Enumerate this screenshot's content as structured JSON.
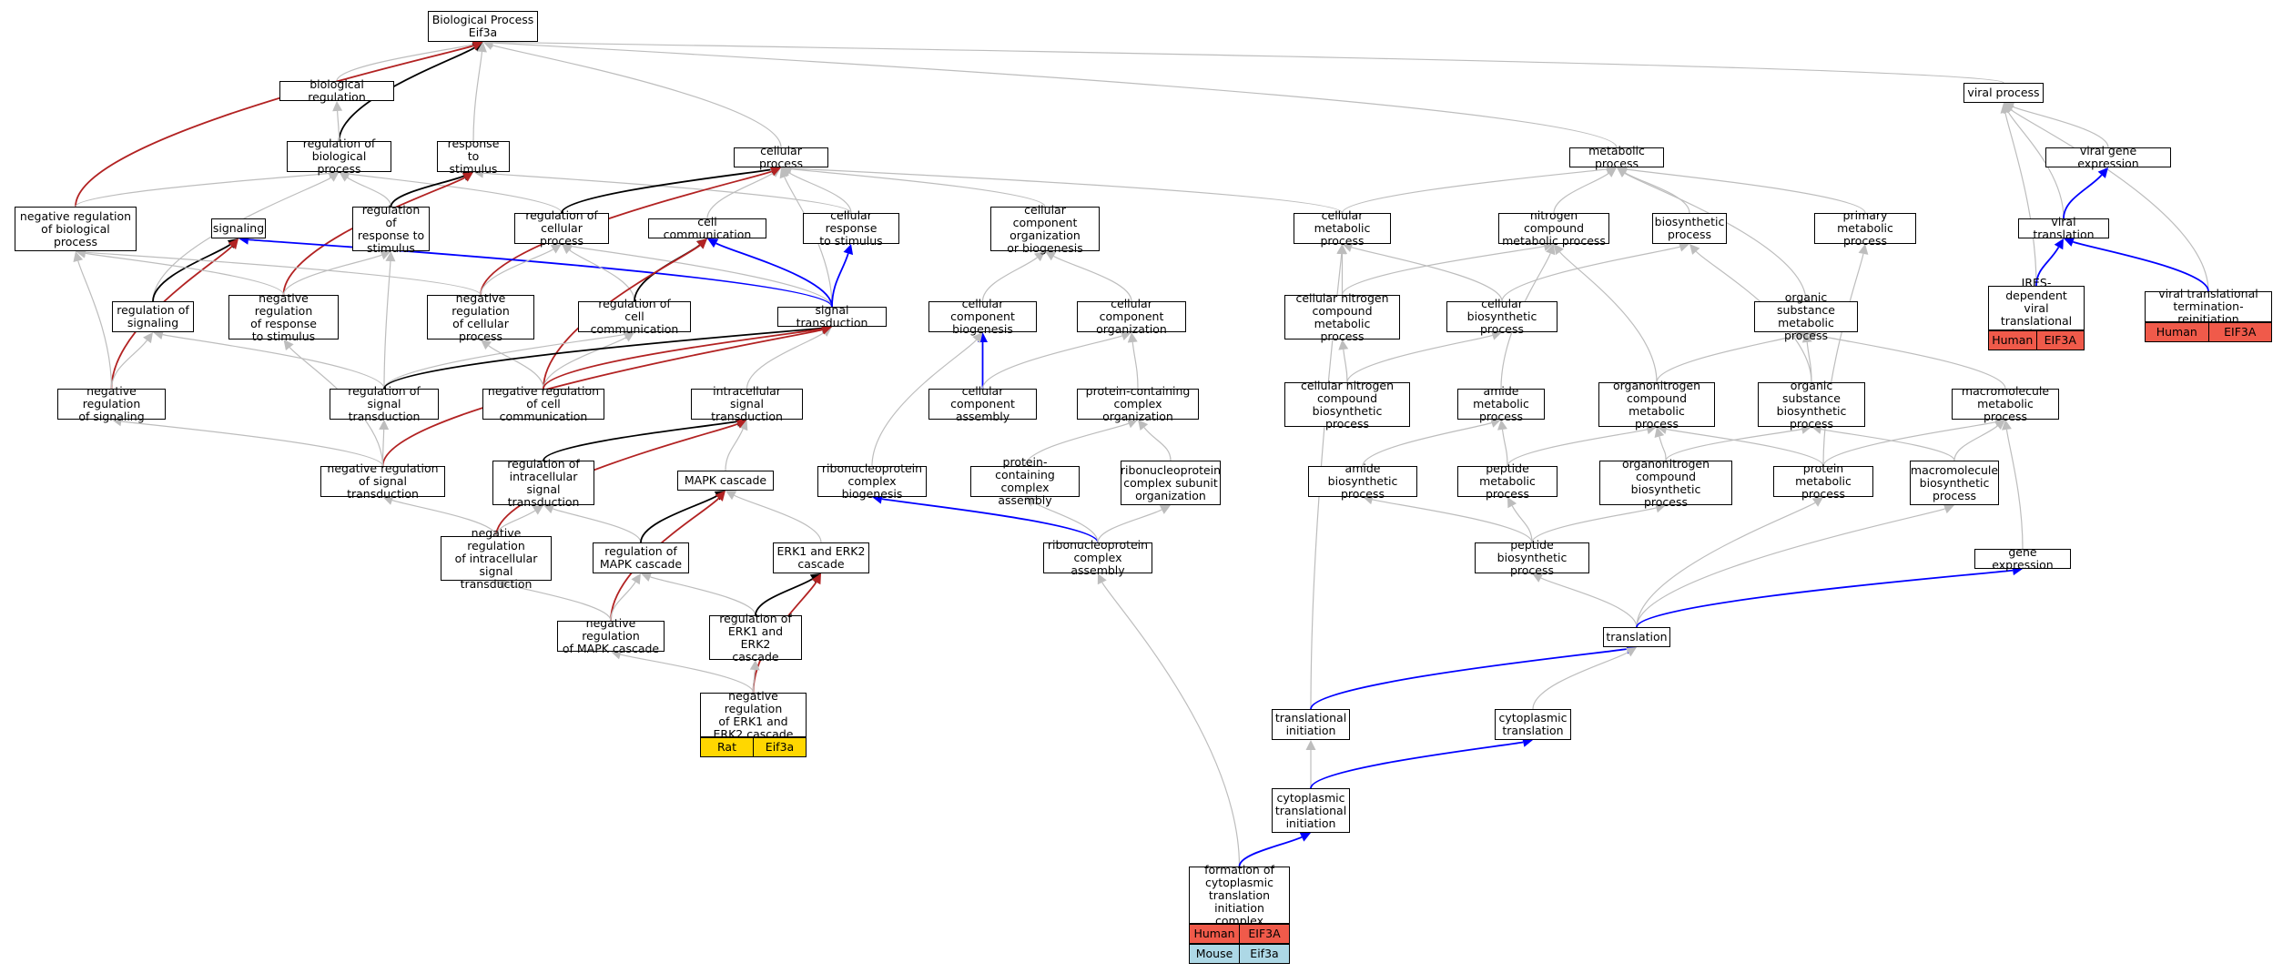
{
  "colors": {
    "edge_default": "#bdbdbd",
    "edge_black": "#000000",
    "edge_red": "#b22222",
    "edge_blue": "#0000ff",
    "human": "#f05a4a",
    "rat": "#ffd700",
    "mouse": "#add8e6"
  },
  "nodes": [
    {
      "id": "bp",
      "label": "Biological Process\nEif3a"
    },
    {
      "id": "breg",
      "label": "biological regulation"
    },
    {
      "id": "rbp",
      "label": "regulation of\nbiological process"
    },
    {
      "id": "resp",
      "label": "response to\nstimulus"
    },
    {
      "id": "cp",
      "label": "cellular process"
    },
    {
      "id": "nrbp",
      "label": "negative regulation\nof biological\nprocess"
    },
    {
      "id": "sig",
      "label": "signaling"
    },
    {
      "id": "rrs",
      "label": "regulation of\nresponse to\nstimulus"
    },
    {
      "id": "rcp",
      "label": "regulation of\ncellular process"
    },
    {
      "id": "cc",
      "label": "cell communication"
    },
    {
      "id": "crs",
      "label": "cellular response\nto stimulus"
    },
    {
      "id": "ccob",
      "label": "cellular component\norganization\nor biogenesis"
    },
    {
      "id": "rsig",
      "label": "regulation of\nsignaling"
    },
    {
      "id": "nrrs",
      "label": "negative regulation\nof response\nto stimulus"
    },
    {
      "id": "nrcp",
      "label": "negative regulation\nof cellular\nprocess"
    },
    {
      "id": "rcc",
      "label": "regulation of\ncell communication"
    },
    {
      "id": "st",
      "label": "signal transduction"
    },
    {
      "id": "ccb",
      "label": "cellular component\nbiogenesis"
    },
    {
      "id": "cco",
      "label": "cellular component\norganization"
    },
    {
      "id": "nrsig",
      "label": "negative regulation\nof signaling"
    },
    {
      "id": "rst",
      "label": "regulation of\nsignal transduction"
    },
    {
      "id": "nrcc",
      "label": "negative regulation\nof cell communication"
    },
    {
      "id": "ist",
      "label": "intracellular\nsignal transduction"
    },
    {
      "id": "cca",
      "label": "cellular component\nassembly"
    },
    {
      "id": "pcco",
      "label": "protein-containing\ncomplex organization"
    },
    {
      "id": "nrst",
      "label": "negative regulation\nof signal transduction"
    },
    {
      "id": "rist",
      "label": "regulation of\nintracellular\nsignal transduction"
    },
    {
      "id": "mapk",
      "label": "MAPK cascade"
    },
    {
      "id": "rnpcb",
      "label": "ribonucleoprotein\ncomplex biogenesis"
    },
    {
      "id": "pcca",
      "label": "protein-containing\ncomplex assembly"
    },
    {
      "id": "rnpcso",
      "label": "ribonucleoprotein\ncomplex subunit\norganization"
    },
    {
      "id": "nrist",
      "label": "negative regulation\nof intracellular\nsignal transduction"
    },
    {
      "id": "rmapk",
      "label": "regulation of\nMAPK cascade"
    },
    {
      "id": "erk",
      "label": "ERK1 and ERK2\ncascade"
    },
    {
      "id": "rnpca",
      "label": "ribonucleoprotein\ncomplex assembly"
    },
    {
      "id": "nrmapk",
      "label": "negative regulation\nof MAPK cascade"
    },
    {
      "id": "rerk",
      "label": "regulation of\nERK1 and ERK2\ncascade"
    },
    {
      "id": "nrerk",
      "label": "negative regulation\nof ERK1 and\nERK2 cascade"
    },
    {
      "id": "mp",
      "label": "metabolic process"
    },
    {
      "id": "cmp",
      "label": "cellular metabolic\nprocess"
    },
    {
      "id": "ncmp",
      "label": "nitrogen compound\nmetabolic process"
    },
    {
      "id": "bsp",
      "label": "biosynthetic\nprocess"
    },
    {
      "id": "pmp",
      "label": "primary metabolic\nprocess"
    },
    {
      "id": "cncmp",
      "label": "cellular nitrogen\ncompound metabolic\nprocess"
    },
    {
      "id": "cbp",
      "label": "cellular biosynthetic\nprocess"
    },
    {
      "id": "osmp",
      "label": "organic substance\nmetabolic process"
    },
    {
      "id": "cncbp",
      "label": "cellular nitrogen\ncompound biosynthetic\nprocess"
    },
    {
      "id": "amp",
      "label": "amide metabolic\nprocess"
    },
    {
      "id": "oncmp",
      "label": "organonitrogen\ncompound metabolic\nprocess"
    },
    {
      "id": "osbp",
      "label": "organic substance\nbiosynthetic\nprocess"
    },
    {
      "id": "mmp",
      "label": "macromolecule\nmetabolic process"
    },
    {
      "id": "abp",
      "label": "amide biosynthetic\nprocess"
    },
    {
      "id": "pepmp",
      "label": "peptide metabolic\nprocess"
    },
    {
      "id": "oncbp",
      "label": "organonitrogen\ncompound biosynthetic\nprocess"
    },
    {
      "id": "protmp",
      "label": "protein metabolic\nprocess"
    },
    {
      "id": "mbp",
      "label": "macromolecule\nbiosynthetic\nprocess"
    },
    {
      "id": "pepbp",
      "label": "peptide biosynthetic\nprocess"
    },
    {
      "id": "ge",
      "label": "gene expression"
    },
    {
      "id": "tl",
      "label": "translation"
    },
    {
      "id": "ti",
      "label": "translational\ninitiation"
    },
    {
      "id": "ctl",
      "label": "cytoplasmic\ntranslation"
    },
    {
      "id": "cti",
      "label": "cytoplasmic\ntranslational\ninitiation"
    },
    {
      "id": "fctic",
      "label": "formation of\ncytoplasmic\ntranslation\ninitiation complex"
    },
    {
      "id": "vp",
      "label": "viral process"
    },
    {
      "id": "vge",
      "label": "viral gene expression"
    },
    {
      "id": "vt",
      "label": "viral translation"
    },
    {
      "id": "ires",
      "label": "IRES-dependent\nviral translational\ninitiation"
    },
    {
      "id": "vttr",
      "label": "viral translational\ntermination-reinitiation"
    }
  ],
  "annotations": [
    {
      "id": "a_ires",
      "cells": [
        {
          "text": "Human",
          "fill": "#f05a4a"
        },
        {
          "text": "EIF3A",
          "fill": "#f05a4a"
        }
      ]
    },
    {
      "id": "a_vttr",
      "cells": [
        {
          "text": "Human",
          "fill": "#f05a4a"
        },
        {
          "text": "EIF3A",
          "fill": "#f05a4a"
        }
      ]
    },
    {
      "id": "a_nrerk",
      "cells": [
        {
          "text": "Rat",
          "fill": "#ffd700"
        },
        {
          "text": "Eif3a",
          "fill": "#ffd700"
        }
      ]
    },
    {
      "id": "a_fctic1",
      "cells": [
        {
          "text": "Human",
          "fill": "#f05a4a"
        },
        {
          "text": "EIF3A",
          "fill": "#f05a4a"
        }
      ]
    },
    {
      "id": "a_fctic2",
      "cells": [
        {
          "text": "Mouse",
          "fill": "#add8e6"
        },
        {
          "text": "Eif3a",
          "fill": "#add8e6"
        }
      ]
    }
  ],
  "edges": [
    {
      "from": "breg",
      "to": "bp",
      "color": "gray"
    },
    {
      "from": "rbp",
      "to": "bp",
      "color": "black"
    },
    {
      "from": "resp",
      "to": "bp",
      "color": "gray"
    },
    {
      "from": "cp",
      "to": "bp",
      "color": "gray"
    },
    {
      "from": "mp",
      "to": "bp",
      "color": "gray"
    },
    {
      "from": "vp",
      "to": "bp",
      "color": "gray"
    },
    {
      "from": "nrbp",
      "to": "bp",
      "color": "red"
    },
    {
      "from": "rbp",
      "to": "breg",
      "color": "gray"
    },
    {
      "from": "nrbp",
      "to": "rbp",
      "color": "gray"
    },
    {
      "from": "rrs",
      "to": "rbp",
      "color": "gray"
    },
    {
      "from": "rcp",
      "to": "rbp",
      "color": "gray"
    },
    {
      "from": "rsig",
      "to": "rbp",
      "color": "gray"
    },
    {
      "from": "rrs",
      "to": "resp",
      "color": "black"
    },
    {
      "from": "crs",
      "to": "resp",
      "color": "gray"
    },
    {
      "from": "nrrs",
      "to": "resp",
      "color": "red"
    },
    {
      "from": "rcp",
      "to": "cp",
      "color": "black"
    },
    {
      "from": "cc",
      "to": "cp",
      "color": "gray"
    },
    {
      "from": "crs",
      "to": "cp",
      "color": "gray"
    },
    {
      "from": "ccob",
      "to": "cp",
      "color": "gray"
    },
    {
      "from": "cmp",
      "to": "cp",
      "color": "gray"
    },
    {
      "from": "st",
      "to": "cp",
      "color": "gray"
    },
    {
      "from": "nrcp",
      "to": "cp",
      "color": "red"
    },
    {
      "from": "rsig",
      "to": "sig",
      "color": "black"
    },
    {
      "from": "st",
      "to": "sig",
      "color": "blue"
    },
    {
      "from": "nrsig",
      "to": "sig",
      "color": "red"
    },
    {
      "from": "nrsig",
      "to": "nrbp",
      "color": "gray"
    },
    {
      "from": "nrrs",
      "to": "nrbp",
      "color": "gray"
    },
    {
      "from": "nrcp",
      "to": "nrbp",
      "color": "gray"
    },
    {
      "from": "rst",
      "to": "rrs",
      "color": "gray"
    },
    {
      "from": "nrrs",
      "to": "rrs",
      "color": "gray"
    },
    {
      "from": "nrcp",
      "to": "rcp",
      "color": "gray"
    },
    {
      "from": "rcc",
      "to": "rcp",
      "color": "gray"
    },
    {
      "from": "st",
      "to": "rcp",
      "color": "gray"
    },
    {
      "from": "rcc",
      "to": "cc",
      "color": "black"
    },
    {
      "from": "st",
      "to": "cc",
      "color": "blue"
    },
    {
      "from": "nrcc",
      "to": "cc",
      "color": "red"
    },
    {
      "from": "st",
      "to": "crs",
      "color": "blue"
    },
    {
      "from": "ccb",
      "to": "ccob",
      "color": "gray"
    },
    {
      "from": "cco",
      "to": "ccob",
      "color": "gray"
    },
    {
      "from": "nrsig",
      "to": "rsig",
      "color": "gray"
    },
    {
      "from": "rst",
      "to": "rsig",
      "color": "gray"
    },
    {
      "from": "nrst",
      "to": "nrrs",
      "color": "gray"
    },
    {
      "from": "nrcc",
      "to": "nrcp",
      "color": "gray"
    },
    {
      "from": "rst",
      "to": "rcc",
      "color": "gray"
    },
    {
      "from": "nrcc",
      "to": "rcc",
      "color": "gray"
    },
    {
      "from": "rst",
      "to": "st",
      "color": "black"
    },
    {
      "from": "ist",
      "to": "st",
      "color": "gray"
    },
    {
      "from": "nrcc",
      "to": "st",
      "color": "red"
    },
    {
      "from": "nrst",
      "to": "st",
      "color": "red"
    },
    {
      "from": "cca",
      "to": "ccb",
      "color": "blue"
    },
    {
      "from": "rnpcb",
      "to": "ccb",
      "color": "gray"
    },
    {
      "from": "cca",
      "to": "cco",
      "color": "gray"
    },
    {
      "from": "pcco",
      "to": "cco",
      "color": "gray"
    },
    {
      "from": "nrst",
      "to": "nrsig",
      "color": "gray"
    },
    {
      "from": "nrst",
      "to": "rst",
      "color": "gray"
    },
    {
      "from": "rist",
      "to": "ist",
      "color": "black"
    },
    {
      "from": "mapk",
      "to": "ist",
      "color": "gray"
    },
    {
      "from": "nrist",
      "to": "ist",
      "color": "red"
    },
    {
      "from": "pcca",
      "to": "pcco",
      "color": "gray"
    },
    {
      "from": "rnpcso",
      "to": "pcco",
      "color": "gray"
    },
    {
      "from": "nrist",
      "to": "nrst",
      "color": "gray"
    },
    {
      "from": "nrist",
      "to": "rist",
      "color": "gray"
    },
    {
      "from": "rmapk",
      "to": "rist",
      "color": "gray"
    },
    {
      "from": "rmapk",
      "to": "mapk",
      "color": "black"
    },
    {
      "from": "erk",
      "to": "mapk",
      "color": "gray"
    },
    {
      "from": "nrmapk",
      "to": "mapk",
      "color": "red"
    },
    {
      "from": "rnpca",
      "to": "rnpcb",
      "color": "blue"
    },
    {
      "from": "rnpca",
      "to": "pcca",
      "color": "gray"
    },
    {
      "from": "rnpca",
      "to": "rnpcso",
      "color": "gray"
    },
    {
      "from": "nrmapk",
      "to": "nrist",
      "color": "gray"
    },
    {
      "from": "nrmapk",
      "to": "rmapk",
      "color": "gray"
    },
    {
      "from": "rerk",
      "to": "rmapk",
      "color": "gray"
    },
    {
      "from": "rerk",
      "to": "erk",
      "color": "black"
    },
    {
      "from": "nrerk",
      "to": "erk",
      "color": "red"
    },
    {
      "from": "nrerk",
      "to": "nrmapk",
      "color": "gray"
    },
    {
      "from": "nrerk",
      "to": "rerk",
      "color": "gray"
    },
    {
      "from": "fctic",
      "to": "rnpca",
      "color": "gray"
    },
    {
      "from": "cmp",
      "to": "mp",
      "color": "gray"
    },
    {
      "from": "ncmp",
      "to": "mp",
      "color": "gray"
    },
    {
      "from": "bsp",
      "to": "mp",
      "color": "gray"
    },
    {
      "from": "pmp",
      "to": "mp",
      "color": "gray"
    },
    {
      "from": "cncmp",
      "to": "cmp",
      "color": "gray"
    },
    {
      "from": "cbp",
      "to": "cmp",
      "color": "gray"
    },
    {
      "from": "ti",
      "to": "cmp",
      "color": "gray"
    },
    {
      "from": "cncmp",
      "to": "ncmp",
      "color": "gray"
    },
    {
      "from": "amp",
      "to": "ncmp",
      "color": "gray"
    },
    {
      "from": "oncmp",
      "to": "ncmp",
      "color": "gray"
    },
    {
      "from": "cbp",
      "to": "bsp",
      "color": "gray"
    },
    {
      "from": "osbp",
      "to": "bsp",
      "color": "gray"
    },
    {
      "from": "protmp",
      "to": "pmp",
      "color": "gray"
    },
    {
      "from": "osmp",
      "to": "mp",
      "color": "gray"
    },
    {
      "from": "cncbp",
      "to": "cncmp",
      "color": "gray"
    },
    {
      "from": "cncbp",
      "to": "cbp",
      "color": "gray"
    },
    {
      "from": "oncmp",
      "to": "osmp",
      "color": "gray"
    },
    {
      "from": "osbp",
      "to": "osmp",
      "color": "gray"
    },
    {
      "from": "mmp",
      "to": "osmp",
      "color": "gray"
    },
    {
      "from": "abp",
      "to": "amp",
      "color": "gray"
    },
    {
      "from": "pepmp",
      "to": "amp",
      "color": "gray"
    },
    {
      "from": "pepmp",
      "to": "oncmp",
      "color": "gray"
    },
    {
      "from": "oncbp",
      "to": "oncmp",
      "color": "gray"
    },
    {
      "from": "protmp",
      "to": "oncmp",
      "color": "gray"
    },
    {
      "from": "oncbp",
      "to": "osbp",
      "color": "gray"
    },
    {
      "from": "mbp",
      "to": "osbp",
      "color": "gray"
    },
    {
      "from": "protmp",
      "to": "mmp",
      "color": "gray"
    },
    {
      "from": "mbp",
      "to": "mmp",
      "color": "gray"
    },
    {
      "from": "ge",
      "to": "mmp",
      "color": "gray"
    },
    {
      "from": "pepbp",
      "to": "abp",
      "color": "gray"
    },
    {
      "from": "pepbp",
      "to": "pepmp",
      "color": "gray"
    },
    {
      "from": "pepbp",
      "to": "oncbp",
      "color": "gray"
    },
    {
      "from": "tl",
      "to": "pepbp",
      "color": "gray"
    },
    {
      "from": "tl",
      "to": "protmp",
      "color": "gray"
    },
    {
      "from": "tl",
      "to": "mbp",
      "color": "gray"
    },
    {
      "from": "tl",
      "to": "ge",
      "color": "blue"
    },
    {
      "from": "ti",
      "to": "tl",
      "color": "blue"
    },
    {
      "from": "ctl",
      "to": "tl",
      "color": "gray"
    },
    {
      "from": "cti",
      "to": "ti",
      "color": "gray"
    },
    {
      "from": "cti",
      "to": "ctl",
      "color": "blue"
    },
    {
      "from": "fctic",
      "to": "cti",
      "color": "blue"
    },
    {
      "from": "vge",
      "to": "vp",
      "color": "gray"
    },
    {
      "from": "vt",
      "to": "vp",
      "color": "gray"
    },
    {
      "from": "ires",
      "to": "vp",
      "color": "gray"
    },
    {
      "from": "vttr",
      "to": "vp",
      "color": "gray"
    },
    {
      "from": "vt",
      "to": "vge",
      "color": "blue"
    },
    {
      "from": "ires",
      "to": "vt",
      "color": "blue"
    },
    {
      "from": "vttr",
      "to": "vt",
      "color": "blue"
    }
  ]
}
